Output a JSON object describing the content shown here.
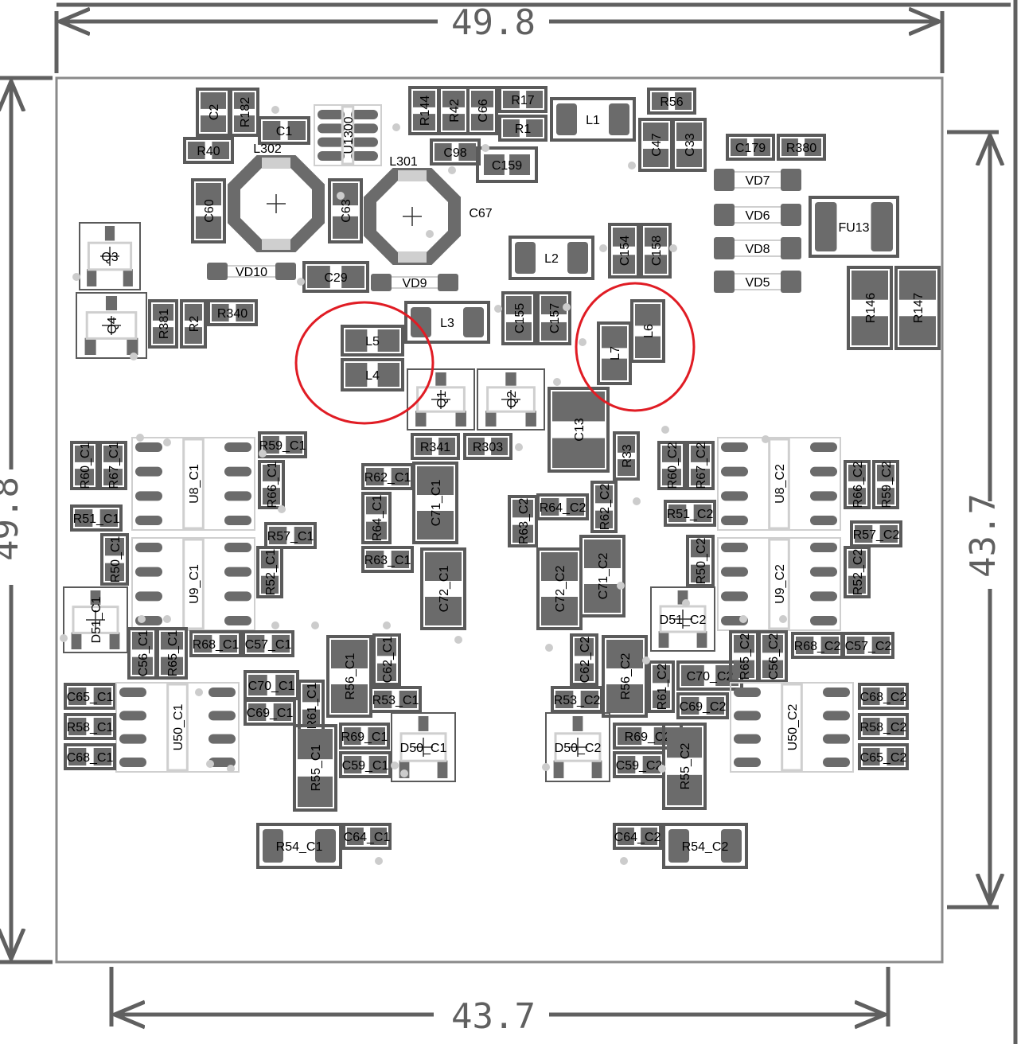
{
  "dimensions": {
    "top_width": "49.8",
    "left_height": "49.8",
    "bottom_width": "43.7",
    "right_height": "43.7"
  },
  "colors": {
    "pad": "#6b6b6b",
    "outline": "#5a5a5a",
    "silk": "#cfcfcf",
    "via": "#cccccc",
    "board": "#8a8a8a",
    "highlight": "#e01c24"
  },
  "components": [
    {
      "ref": "C2"
    },
    {
      "ref": "R182"
    },
    {
      "ref": "C1"
    },
    {
      "ref": "U1300"
    },
    {
      "ref": "R144"
    },
    {
      "ref": "R42"
    },
    {
      "ref": "C66"
    },
    {
      "ref": "R17"
    },
    {
      "ref": "R1"
    },
    {
      "ref": "L1"
    },
    {
      "ref": "R56"
    },
    {
      "ref": "C47"
    },
    {
      "ref": "C33"
    },
    {
      "ref": "C179"
    },
    {
      "ref": "R380"
    },
    {
      "ref": "R40"
    },
    {
      "ref": "L302"
    },
    {
      "ref": "L301"
    },
    {
      "ref": "C98"
    },
    {
      "ref": "C159"
    },
    {
      "ref": "VD7"
    },
    {
      "ref": "VD6"
    },
    {
      "ref": "VD8"
    },
    {
      "ref": "VD5"
    },
    {
      "ref": "FU13"
    },
    {
      "ref": "C60"
    },
    {
      "ref": "C63"
    },
    {
      "ref": "C67"
    },
    {
      "ref": "Q3"
    },
    {
      "ref": "L2"
    },
    {
      "ref": "C154"
    },
    {
      "ref": "C158"
    },
    {
      "ref": "VD10"
    },
    {
      "ref": "C29"
    },
    {
      "ref": "VD9"
    },
    {
      "ref": "R146"
    },
    {
      "ref": "R147"
    },
    {
      "ref": "Q4"
    },
    {
      "ref": "R381"
    },
    {
      "ref": "R2"
    },
    {
      "ref": "R340"
    },
    {
      "ref": "L3"
    },
    {
      "ref": "C155"
    },
    {
      "ref": "C157"
    },
    {
      "ref": "L5"
    },
    {
      "ref": "L4"
    },
    {
      "ref": "L6"
    },
    {
      "ref": "L7"
    },
    {
      "ref": "Q1"
    },
    {
      "ref": "Q2"
    },
    {
      "ref": "C13"
    },
    {
      "ref": "R341"
    },
    {
      "ref": "R303"
    },
    {
      "ref": "R33"
    },
    {
      "ref": "R60_C1"
    },
    {
      "ref": "R67_C1"
    },
    {
      "ref": "U8_C1"
    },
    {
      "ref": "R59_C1"
    },
    {
      "ref": "R66_C1"
    },
    {
      "ref": "R62_C1"
    },
    {
      "ref": "C71_C1"
    },
    {
      "ref": "R64_C1"
    },
    {
      "ref": "R63_C2"
    },
    {
      "ref": "R64_C2"
    },
    {
      "ref": "R62_C2"
    },
    {
      "ref": "R60_C2"
    },
    {
      "ref": "R67_C2"
    },
    {
      "ref": "U8_C2"
    },
    {
      "ref": "R66_C2"
    },
    {
      "ref": "R59_C2"
    },
    {
      "ref": "R51_C1"
    },
    {
      "ref": "R57_C1"
    },
    {
      "ref": "R51_C2"
    },
    {
      "ref": "R57_C2"
    },
    {
      "ref": "R50_C1"
    },
    {
      "ref": "U9_C1"
    },
    {
      "ref": "R52_C1"
    },
    {
      "ref": "R63_C1"
    },
    {
      "ref": "C72_C1"
    },
    {
      "ref": "C72_C2"
    },
    {
      "ref": "C71_C2"
    },
    {
      "ref": "R50_C2"
    },
    {
      "ref": "U9_C2"
    },
    {
      "ref": "R52_C2"
    },
    {
      "ref": "D51_C1"
    },
    {
      "ref": "D51_C2"
    },
    {
      "ref": "C56_C1"
    },
    {
      "ref": "R65_C1"
    },
    {
      "ref": "R68_C1"
    },
    {
      "ref": "C57_C1"
    },
    {
      "ref": "C62_C1"
    },
    {
      "ref": "R56_C1"
    },
    {
      "ref": "C62_C2"
    },
    {
      "ref": "R56_C2"
    },
    {
      "ref": "R61_C2"
    },
    {
      "ref": "C70_C2"
    },
    {
      "ref": "R65_C2"
    },
    {
      "ref": "C56_C2"
    },
    {
      "ref": "R68_C2"
    },
    {
      "ref": "C57_C2"
    },
    {
      "ref": "C65_C1"
    },
    {
      "ref": "U50_C1"
    },
    {
      "ref": "C70_C1"
    },
    {
      "ref": "R61_C1"
    },
    {
      "ref": "R53_C1"
    },
    {
      "ref": "R53_C2"
    },
    {
      "ref": "C69_C2"
    },
    {
      "ref": "U50_C2"
    },
    {
      "ref": "C68_C2"
    },
    {
      "ref": "C69_C1"
    },
    {
      "ref": "R58_C1"
    },
    {
      "ref": "R69_C1"
    },
    {
      "ref": "D50_C1"
    },
    {
      "ref": "D50_C2"
    },
    {
      "ref": "R69_C2"
    },
    {
      "ref": "R58_C2"
    },
    {
      "ref": "C68_C1"
    },
    {
      "ref": "R55_C1"
    },
    {
      "ref": "C59_C1"
    },
    {
      "ref": "C59_C2"
    },
    {
      "ref": "R55_C2"
    },
    {
      "ref": "C65_C2"
    },
    {
      "ref": "R54_C1"
    },
    {
      "ref": "C64_C1"
    },
    {
      "ref": "C64_C2"
    },
    {
      "ref": "R54_C2"
    }
  ]
}
